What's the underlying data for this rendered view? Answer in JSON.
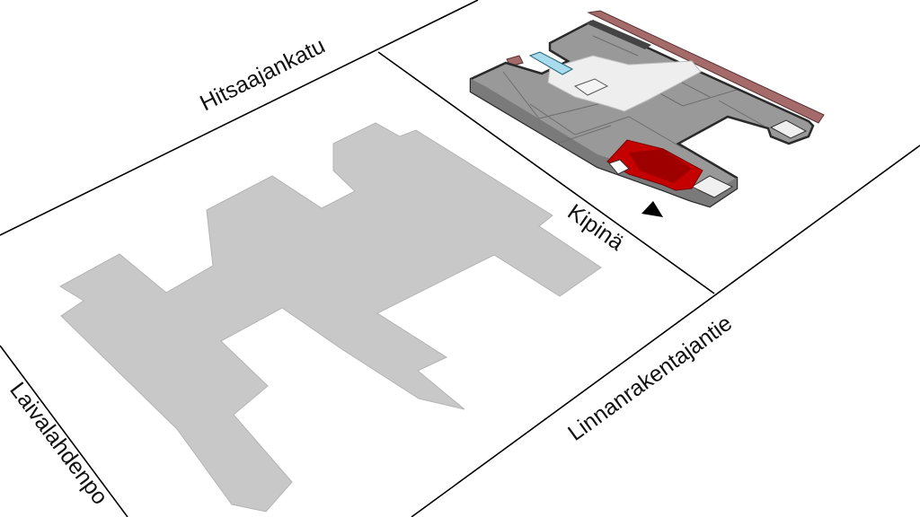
{
  "map": {
    "streets": {
      "hitsaajankatu": "Hitsaajankatu",
      "kipina": "Kipinä",
      "linnanrakentajantie": "Linnanrakentajantie",
      "laivalahdenportti": "Laivalahdenpo"
    },
    "colors": {
      "background": "#ffffff",
      "neighbor_building": "#c8c8c8",
      "floor_room": "#999999",
      "floor_edge": "#6e6e6e",
      "corridor": "#eeeeee",
      "highlight": "#c40000",
      "highlight_dark": "#9e0000",
      "facade": "#a56a6a",
      "window": "#a8dcec"
    },
    "icons": {
      "entrance_marker": "entrance-arrow-icon"
    }
  }
}
